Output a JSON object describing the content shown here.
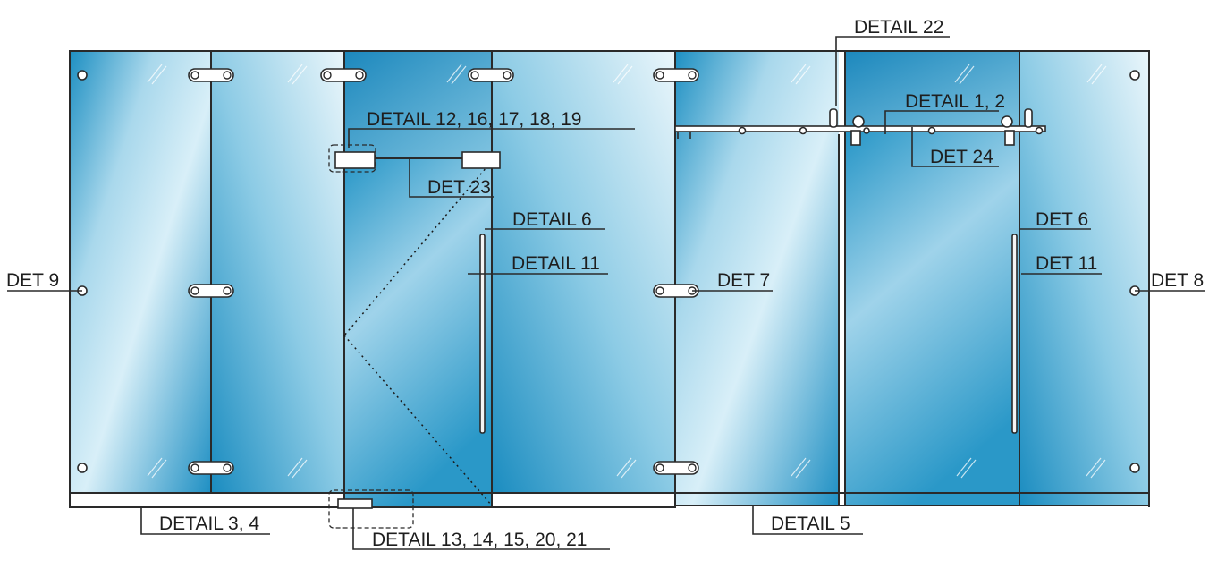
{
  "labels": {
    "detail_22": "DETAIL 22",
    "detail_1_2": "DETAIL 1, 2",
    "detail_12_19": "DETAIL 12, 16, 17, 18, 19",
    "det_23": "DET 23",
    "det_24": "DET 24",
    "detail_6": "DETAIL 6",
    "detail_11": "DETAIL 11",
    "det_6": "DET 6",
    "det_11": "DET 11",
    "det_9": "DET 9",
    "det_7": "DET 7",
    "det_8": "DET 8",
    "detail_3_4": "DETAIL 3, 4",
    "detail_13_21": "DETAIL 13, 14, 15, 20, 21",
    "detail_5": "DETAIL 5"
  },
  "colors": {
    "glass_light": "#d6edf6",
    "glass_mid": "#7cc0de",
    "glass_dark": "#1d8fc2",
    "outline": "#2a2a2a"
  }
}
